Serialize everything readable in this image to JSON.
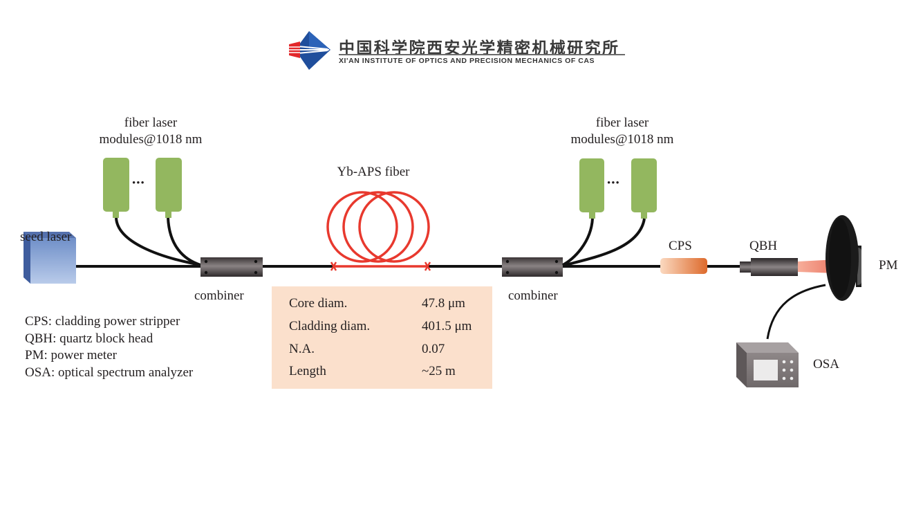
{
  "logo": {
    "icon": "institute-diamond-logo-icon",
    "name_cn": "中国科学院西安光学精密机械研究所",
    "name_en": "XI'AN INSTITUTE OF OPTICS AND PRECISION  MECHANICS OF CAS",
    "colors": {
      "blue": "#1f4e9c",
      "red": "#e2282b"
    }
  },
  "diagram": {
    "components": {
      "seed_laser": {
        "label": "seed laser",
        "icon": "seed-laser-box-icon",
        "color": "#7f9fd0"
      },
      "pump_left": {
        "label_line1": "fiber laser",
        "label_line2": "modules@1018 nm",
        "icon": "pump-module-icon",
        "ellipsis": "•••",
        "color": "#93b75f"
      },
      "combiner_left": {
        "label": "combiner",
        "icon": "combiner-icon"
      },
      "gain_fiber": {
        "label": "Yb-APS fiber",
        "icon": "fiber-coil-icon",
        "color": "#e8392e"
      },
      "combiner_right": {
        "label": "combiner",
        "icon": "combiner-icon"
      },
      "pump_right": {
        "label_line1": "fiber laser",
        "label_line2": "modules@1018 nm",
        "icon": "pump-module-icon",
        "ellipsis": "•••",
        "color": "#93b75f"
      },
      "cps": {
        "label": "CPS",
        "icon": "cladding-power-stripper-icon",
        "color": "#e27a3e"
      },
      "qbh": {
        "label": "QBH",
        "icon": "quartz-block-head-icon"
      },
      "pm": {
        "label": "PM",
        "icon": "power-meter-icon"
      },
      "osa": {
        "label": "OSA",
        "icon": "optical-spectrum-analyzer-icon"
      }
    },
    "fiber_specs": {
      "background": "#fbe0cc",
      "rows": [
        {
          "name": "Core diam.",
          "value": "47.8 μm"
        },
        {
          "name": "Cladding diam.",
          "value": "401.5 μm"
        },
        {
          "name": "N.A.",
          "value": "0.07"
        },
        {
          "name": "Length",
          "value": "~25 m"
        }
      ]
    },
    "legend": [
      "CPS: cladding power stripper",
      "QBH: quartz block head",
      "PM: power meter",
      "OSA: optical spectrum analyzer"
    ]
  }
}
